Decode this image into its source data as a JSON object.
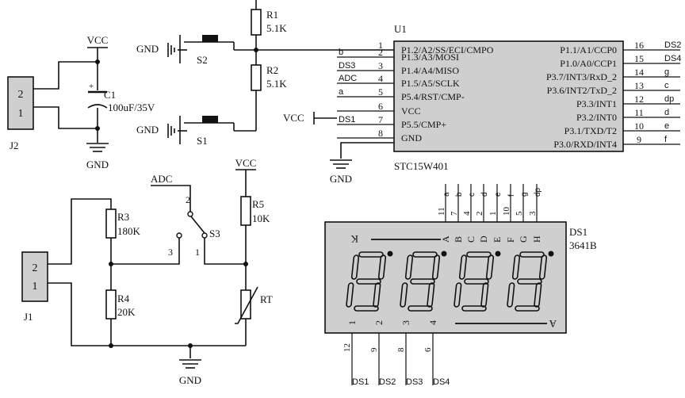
{
  "power": {
    "vcc": "VCC",
    "gnd": "GND"
  },
  "mcu": {
    "ref": "U1",
    "part": "STC15W401",
    "left_pins": [
      {
        "num": "1",
        "name": "P1.2/A2/SS/ECI/CMPO",
        "net": ""
      },
      {
        "num": "2",
        "name": "P1.3/A3/MOSI",
        "net": "b"
      },
      {
        "num": "3",
        "name": "P1.4/A4/MISO",
        "net": "DS3"
      },
      {
        "num": "4",
        "name": "P1.5/A5/SCLK",
        "net": "ADC"
      },
      {
        "num": "5",
        "name": "P5.4/RST/CMP-",
        "net": "a"
      },
      {
        "num": "6",
        "name": "VCC",
        "net": "VCC"
      },
      {
        "num": "7",
        "name": "P5.5/CMP+",
        "net": "DS1"
      },
      {
        "num": "8",
        "name": "GND",
        "net": ""
      }
    ],
    "right_pins": [
      {
        "num": "16",
        "name": "P1.1/A1/CCP0",
        "net": "DS2"
      },
      {
        "num": "15",
        "name": "P1.0/A0/CCP1",
        "net": "DS4"
      },
      {
        "num": "14",
        "name": "P3.7/INT3/RxD_2",
        "net": "g"
      },
      {
        "num": "13",
        "name": "P3.6/INT2/TxD_2",
        "net": "c"
      },
      {
        "num": "12",
        "name": "P3.3/INT1",
        "net": "dp"
      },
      {
        "num": "11",
        "name": "P3.2/INT0",
        "net": "d"
      },
      {
        "num": "10",
        "name": "P3.1/TXD/T2",
        "net": "e"
      },
      {
        "num": "9",
        "name": "P3.0/RXD/INT4",
        "net": "f"
      }
    ]
  },
  "resistors": {
    "r1": {
      "ref": "R1",
      "value": "5.1K"
    },
    "r2": {
      "ref": "R2",
      "value": "5.1K"
    },
    "r3": {
      "ref": "R3",
      "value": "180K"
    },
    "r4": {
      "ref": "R4",
      "value": "20K"
    },
    "r5": {
      "ref": "R5",
      "value": "10K"
    },
    "rt": {
      "ref": "RT"
    }
  },
  "capacitor": {
    "ref": "C1",
    "value": "100uF/35V",
    "plus": "+"
  },
  "switches": {
    "s1": "S1",
    "s2": "S2",
    "s3": "S3",
    "s3_pins": [
      "1",
      "2",
      "3"
    ],
    "adc": "ADC"
  },
  "connectors": {
    "j1": "J1",
    "j2": "J2",
    "pins": [
      "2",
      "1"
    ]
  },
  "display": {
    "ref": "DS1",
    "part": "3641B",
    "k_label": "K",
    "a_label": "A",
    "seg_letters": [
      "A",
      "B",
      "C",
      "D",
      "E",
      "F",
      "G",
      "H"
    ],
    "seg_nets": [
      "a",
      "b",
      "c",
      "d",
      "e",
      "f",
      "g",
      "dp"
    ],
    "seg_pins": [
      "11",
      "7",
      "4",
      "2",
      "1",
      "10",
      "5",
      "3"
    ],
    "digit_labels": [
      "1",
      "2",
      "3",
      "4"
    ],
    "digit_pins": [
      "12",
      "9",
      "8",
      "6"
    ],
    "digit_nets": [
      "DS1",
      "DS2",
      "DS3",
      "DS4"
    ]
  }
}
